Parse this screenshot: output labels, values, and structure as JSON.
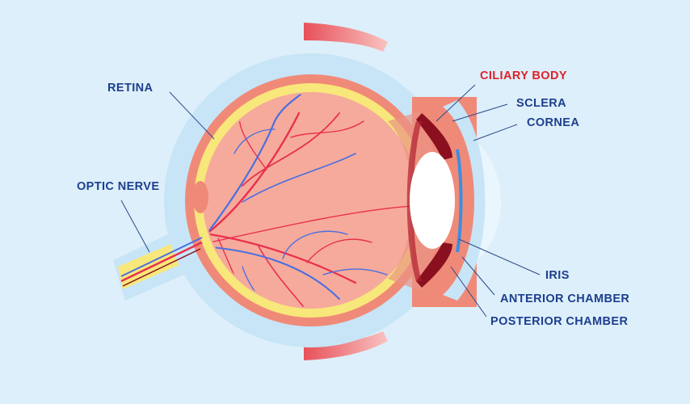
{
  "colors": {
    "background": "#ddeffa",
    "label_text": "#1d3f8f",
    "highlight_label": "#e0202a",
    "sclera": "#c7e5f7",
    "choroid": "#f08a78",
    "retina": "#f8e77a",
    "vitreous": "#f6aa9b",
    "artery": "#e8304e",
    "vein": "#4a6fe0",
    "lens": "#ffffff",
    "ciliary_body": "#8a1020"
  },
  "labels": {
    "retina": "RETINA",
    "optic_nerve": "OPTIC NERVE",
    "ciliary_body": "CILIARY BODY",
    "sclera": "SCLERA",
    "cornea": "CORNEA",
    "iris": "IRIS",
    "anterior_chamber": "ANTERIOR CHAMBER",
    "posterior_chamber": "POSTERIOR CHAMBER"
  }
}
